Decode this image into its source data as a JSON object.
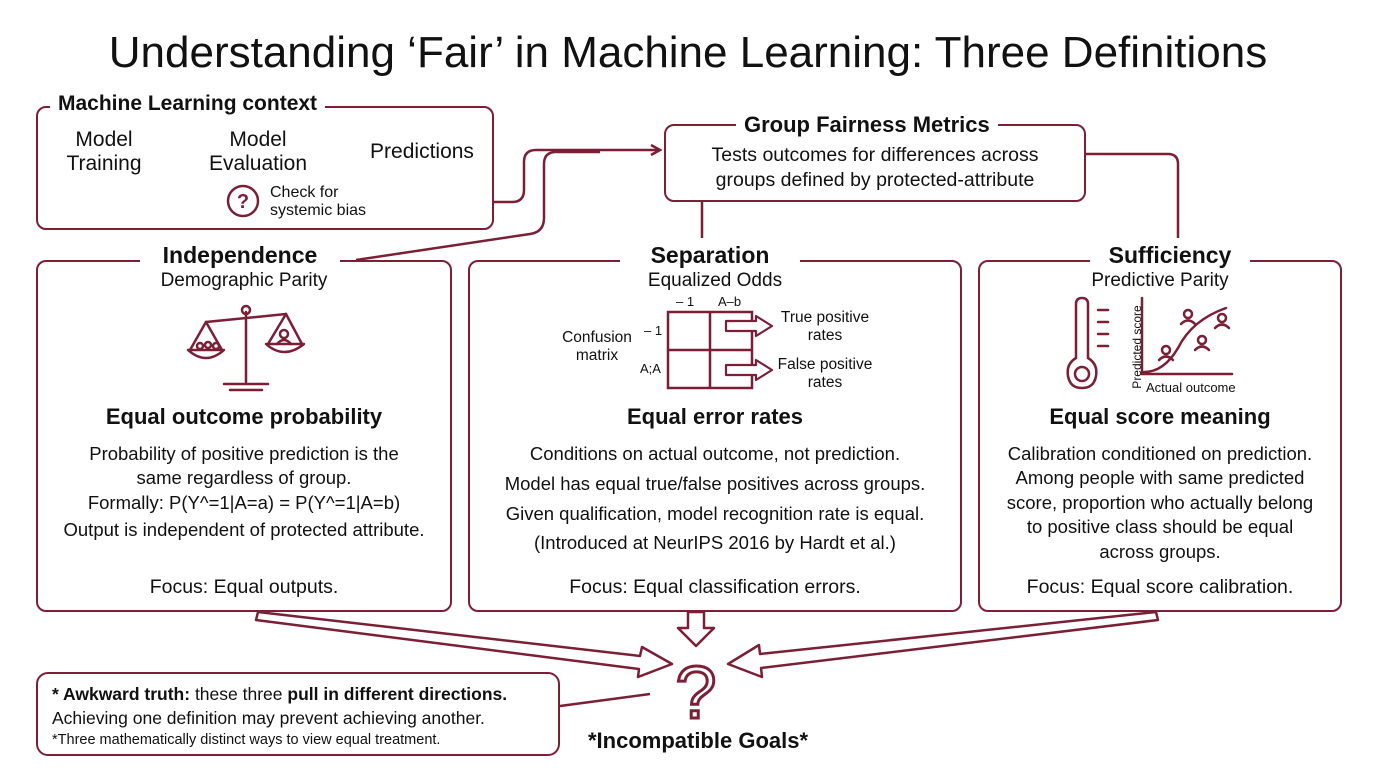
{
  "title": "Understanding ‘Fair’ in Machine Learning: Three Definitions",
  "context": {
    "label": "Machine Learning context",
    "steps": [
      "Model\nTraining",
      "Model\nEvaluation",
      "Predictions"
    ],
    "check": "Check for\nsystemic bias",
    "icon": "question-circle-icon"
  },
  "metrics": {
    "title": "Group Fairness Metrics",
    "description": "Tests outcomes for differences across\ngroups defined by protected-attribute"
  },
  "independence": {
    "title": "Independence",
    "subtitle": "Demographic Parity",
    "icon": "balance-scale-icon",
    "heading": "Equal outcome probability",
    "body": [
      "Probability of positive prediction is the",
      "same regardless of group.",
      "Formally: P(Y^=1|A=a) = P(Y^=1|A=b)",
      "Output is independent of protected attribute."
    ],
    "focus": "Focus: Equal outputs."
  },
  "separation": {
    "title": "Separation",
    "subtitle": "Equalized Odds",
    "matrix": {
      "label": "Confusion\nmatrix",
      "top_left": "– 1",
      "top_right": "A–b",
      "row1": "– 1",
      "row2": "A;A",
      "out_top": "True positive\nrates",
      "out_bottom": "False positive\nrates"
    },
    "heading": "Equal error rates",
    "body": [
      "Conditions on actual outcome, not prediction.",
      "Model has equal true/false positives across groups.",
      "Given qualification, model recognition rate is equal.",
      "(Introduced at NeurIPS 2016 by Hardt et al.)"
    ],
    "focus": "Focus: Equal classification errors."
  },
  "sufficiency": {
    "title": "Sufficiency",
    "subtitle": "Predictive Parity",
    "chart_axis_y": "Predicted score",
    "chart_axis_x": "Actual outcome",
    "icons": [
      "thermometer-icon",
      "calibration-chart-icon"
    ],
    "heading": "Equal score meaning",
    "body": [
      "Calibration conditioned on prediction.",
      "Among people with same predicted",
      "score, proportion who actually belong",
      "to positive class should be equal",
      "across groups."
    ],
    "focus": "Focus: Equal score calibration."
  },
  "truth": {
    "bold1": "* Awkward truth:",
    "text1": " these three ",
    "bold2": "pull in different directions.",
    "line2": "Achieving one definition may prevent achieving another.",
    "line3": "*Three mathematically distinct ways to view equal treatment."
  },
  "incompatible": "*Incompatible Goals*",
  "colors": {
    "accent": "#7a1f35",
    "text": "#111111",
    "background": "#ffffff"
  }
}
